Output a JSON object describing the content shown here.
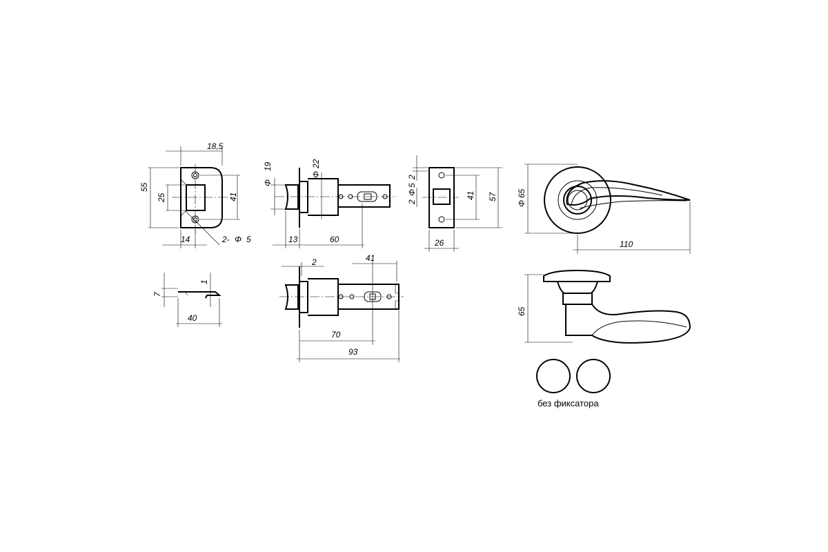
{
  "strike": {
    "w": "18,5",
    "h": "55",
    "win": "25",
    "hole": "41",
    "off": "14",
    "holes": "2-",
    "dia": "5"
  },
  "strike_side": {
    "t": "7",
    "lip": "1",
    "len": "40"
  },
  "latch_top": {
    "d1": "19",
    "d2": "22",
    "face": "13",
    "bs": "60"
  },
  "latch_front": {
    "d": "2",
    "w": "26",
    "holes": "2",
    "dia": "5",
    "p": "41",
    "h": "57"
  },
  "latch_bot": {
    "plate": "2",
    "tail": "41",
    "bs": "70",
    "len": "93"
  },
  "handle": {
    "dia_sym": "Φ",
    "dia": "65",
    "len": "110",
    "h": "65"
  },
  "rosette": {
    "caption": "без фиксатора"
  }
}
